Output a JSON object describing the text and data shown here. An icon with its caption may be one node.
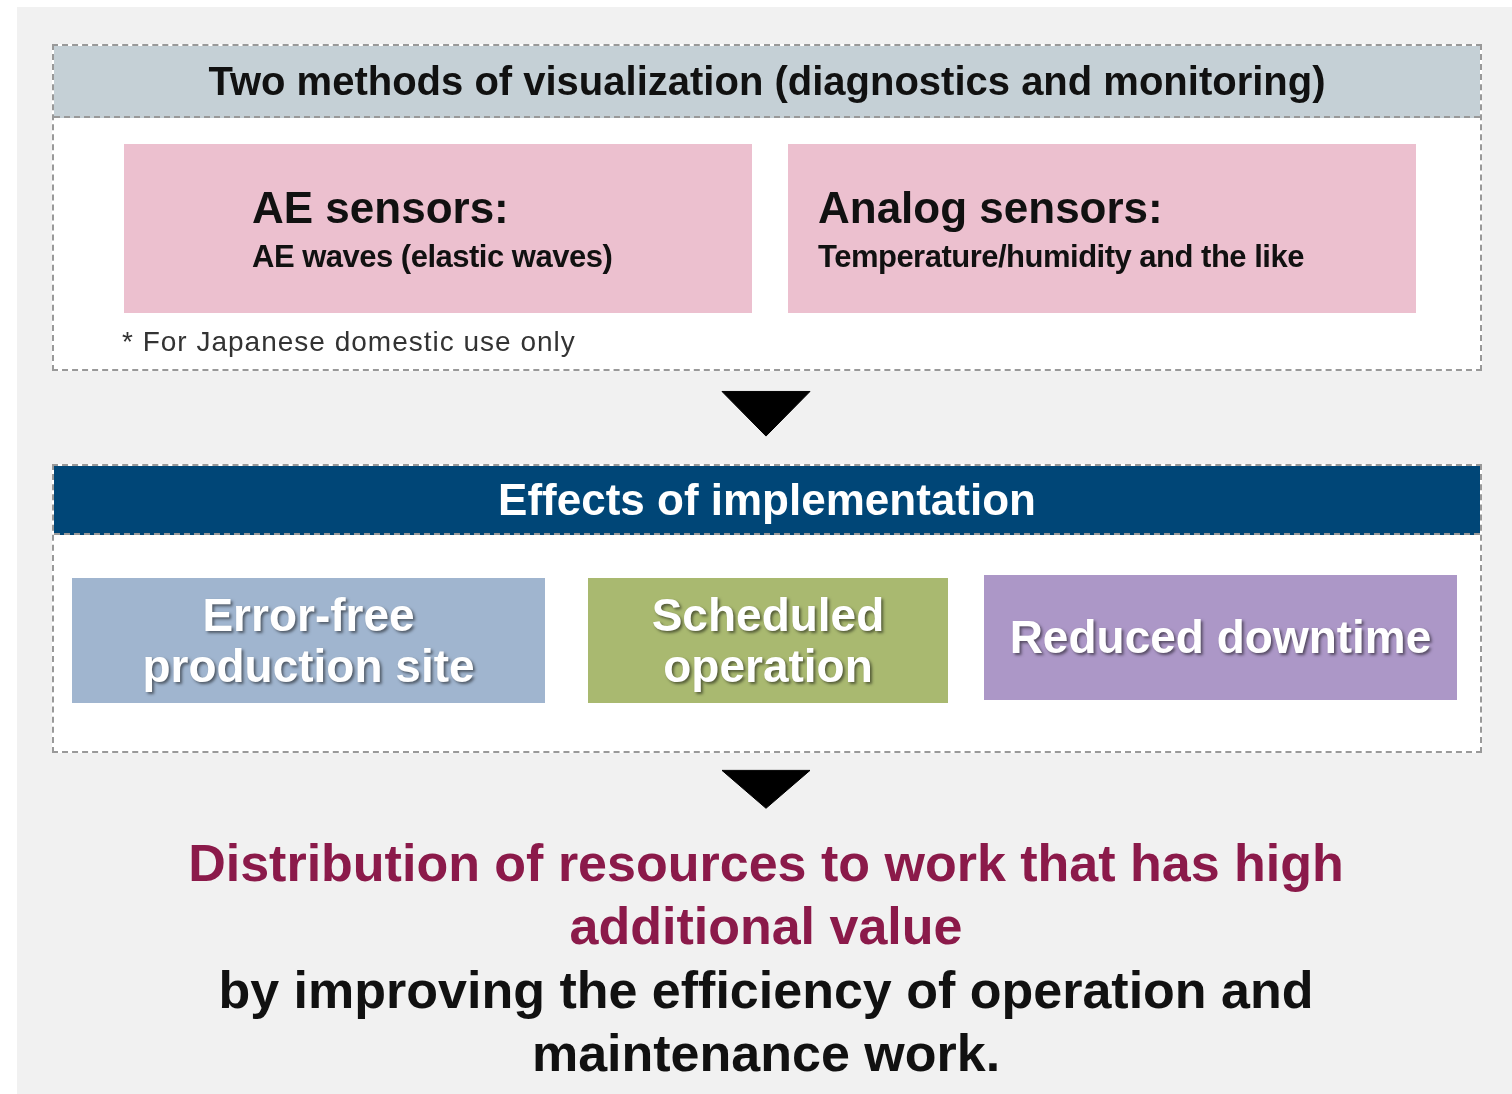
{
  "diagram": {
    "nodes": [
      {
        "text": [
          "Two methods of visualization (diagnostics and monitoring)"
        ]
      },
      {
        "text": [
          "AE sensors:",
          "AE waves (elastic waves)"
        ],
        "in": 0
      },
      {
        "text": [
          "Analog sensors:",
          "Temperature/humidity and the like"
        ],
        "in": 0
      },
      {
        "text": [
          "Effects of implementation"
        ]
      },
      {
        "text": [
          "Error-free production site"
        ],
        "in": 3
      },
      {
        "text": [
          "Scheduled operation"
        ],
        "in": 3
      },
      {
        "text": [
          "Reduced downtime"
        ],
        "in": 3
      },
      {
        "text": [
          "Distribution of resources to work that has high additional value",
          "by improving the efficiency of operation and maintenance work."
        ]
      }
    ],
    "edges": [
      {
        "from": 0,
        "to": 3,
        "arrow": "to"
      },
      {
        "from": 3,
        "to": 7,
        "arrow": "to"
      }
    ],
    "labels": [
      "* For Japanese domestic use only"
    ]
  }
}
